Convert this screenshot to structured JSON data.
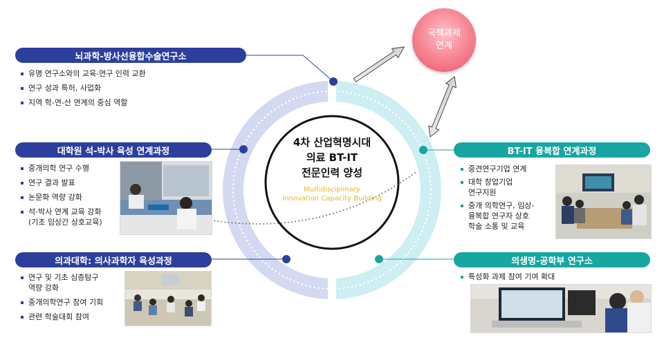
{
  "center": {
    "title_line1": "4차 산업혁명시대",
    "title_line2": "의료 BT-IT",
    "title_line3": "전문인력 양성",
    "subtitle_line1": "Multidisciplinary",
    "subtitle_line2": "Innovation Capacity Building"
  },
  "national": {
    "line1": "국책과제",
    "line2": "연계"
  },
  "left_top": {
    "title": "뇌과학-방사선융합수술연구소",
    "items": [
      "유명 연구소와의 교육-연구 인력 교환",
      "연구 성과 특허, 사업화",
      "지역 학-연-산 연계의 중심 역할"
    ]
  },
  "left_mid": {
    "title": "대학원 석-박사 육성 연계과정",
    "items": [
      "중개의학 연구 수행",
      "연구 결과 발표",
      "논문화 역량 강화",
      "석-박사 연계 교육 강화",
      "(기초 임상간 상호교육)"
    ]
  },
  "left_bottom": {
    "title": "의과대학: 의사과학자 육성과정",
    "items": [
      "연구 및 기초 심층탐구",
      "역량 강화",
      "중개의학연구 참여 기회",
      "관련 학술대회 참여"
    ]
  },
  "right_mid": {
    "title": "BT-IT 융복합 연계과정",
    "items": [
      "중견연구기업 연계",
      "대학 창업기업",
      "연구지원",
      "중개 의학연구, 임상-",
      "융복합 연구자 상호",
      "학술 소통 및 교육"
    ]
  },
  "right_bottom": {
    "title": "의생명-공학부 연구소",
    "items": [
      "특성화 과제 참여 기여 확대"
    ]
  },
  "colors": {
    "navy": "#2d3f9c",
    "teal": "#17a6a2",
    "ring_left": "#d3d9f1",
    "ring_right": "#cdeef2",
    "national": "#f0717f",
    "subtitle": "#e5b62a"
  }
}
